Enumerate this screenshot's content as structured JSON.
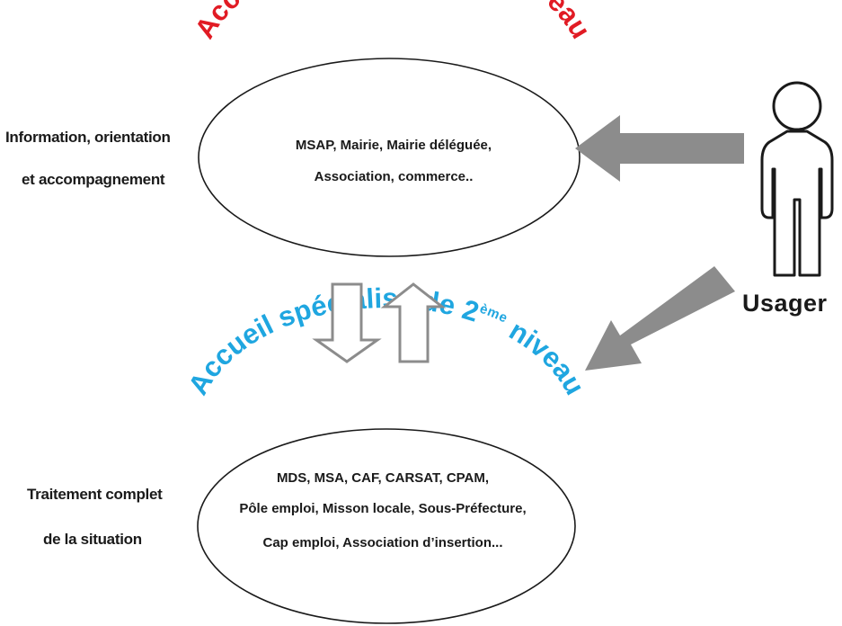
{
  "level1": {
    "title_main": "Accueil généraliste de 1",
    "title_sup": "er",
    "title_end": " niveau",
    "left_label_line1": "Information, orientation",
    "left_label_line2": "et accompagnement",
    "inner_line1": "MSAP, Mairie, Mairie déléguée,",
    "inner_line2": "Association, commerce.."
  },
  "level2": {
    "title_main": "Accueil spécialisé de 2",
    "title_sup": "ème",
    "title_end": " niveau",
    "left_label_line1": "Traitement complet",
    "left_label_line2": "de la situation",
    "inner_line1": "MDS, MSA, CAF, CARSAT, CPAM,",
    "inner_line2": "Pôle emploi, Misson locale, Sous-Préfecture,",
    "inner_line3": "Cap emploi, Association d’insertion..."
  },
  "user": {
    "label": "Usager",
    "icon": "person-icon"
  },
  "colors": {
    "level1_title": "#e11b24",
    "level2_title": "#1fa6e0",
    "arrow_gray": "#8c8c8c",
    "text": "#1a1a1a"
  }
}
